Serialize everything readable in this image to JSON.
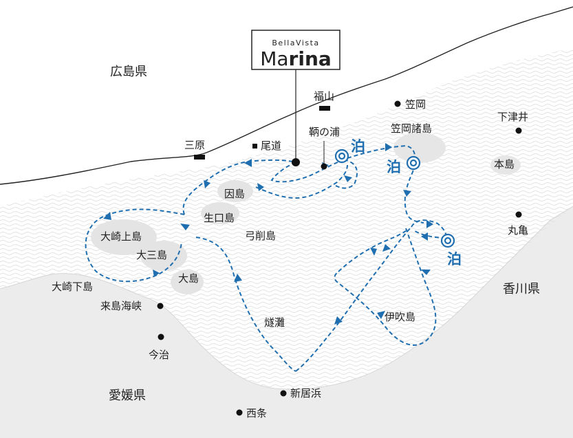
{
  "prefectures": {
    "hiroshima": "広島県",
    "ehime": "愛媛県",
    "kagawa": "香川県"
  },
  "marina": {
    "sub": "BellaVista",
    "main_ma": "Ma",
    "main_rina": "rina"
  },
  "stations": {
    "mihara": "三原",
    "fukuyama": "福山"
  },
  "places": {
    "onomichi": "尾道",
    "tomonoura": "鞆の浦",
    "kasaoka": "笠岡",
    "kasaoka_islands": "笠岡諸島",
    "shimotsui": "下津井",
    "honjima": "本島",
    "marugame": "丸亀",
    "innoshima": "因島",
    "ikuchijima": "生口島",
    "yugejima": "弓削島",
    "osakikamijima": "大崎上島",
    "omishima": "大三島",
    "oshima": "大島",
    "osakishimojima": "大崎下島",
    "kurushima": "来島海峡",
    "imabari": "今治",
    "hiuchinada": "燧灘",
    "ibukijima": "伊吹島",
    "niihama": "新居浜",
    "saijo": "西条"
  },
  "stay_label": "泊",
  "colors": {
    "route": "#1f6fb0",
    "land": "#ececec",
    "text": "#222222"
  }
}
